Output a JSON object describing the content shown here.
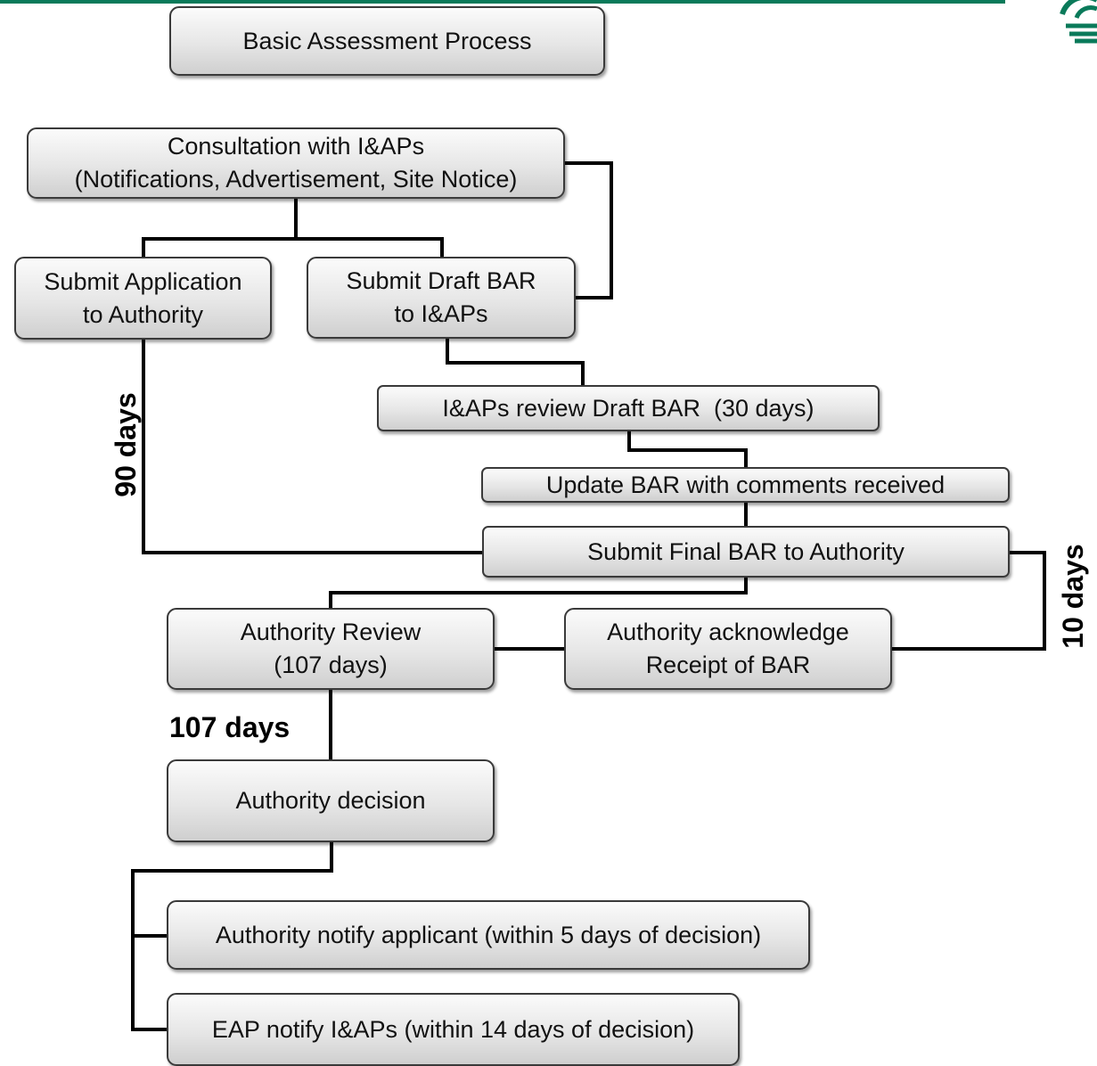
{
  "title": "Basic Assessment Process",
  "boxes": {
    "consultation": [
      "Consultation with I&APs",
      "(Notifications, Advertisement, Site Notice)"
    ],
    "submit_application": [
      "Submit Application",
      "to Authority"
    ],
    "submit_draft": [
      "Submit Draft BAR",
      "to I&APs"
    ],
    "review_draft": "I&APs review Draft BAR  (30 days)",
    "update_bar": "Update BAR with comments received",
    "submit_final": "Submit Final BAR to Authority",
    "authority_review": [
      "Authority Review",
      "(107 days)"
    ],
    "authority_acknowledge": [
      "Authority acknowledge",
      "Receipt of BAR"
    ],
    "authority_decision": "Authority decision",
    "notify_applicant": "Authority notify applicant (within 5 days of decision)",
    "notify_iaps": "EAP notify I&APs (within 14 days of decision)"
  },
  "labels": {
    "ninety_days": "90 days",
    "ten_days": "10 days",
    "one_oh_seven_days": "107 days"
  },
  "colors": {
    "brand": "#0a7a5a",
    "box_border": "#3a3a3a",
    "connector": "#000000"
  }
}
